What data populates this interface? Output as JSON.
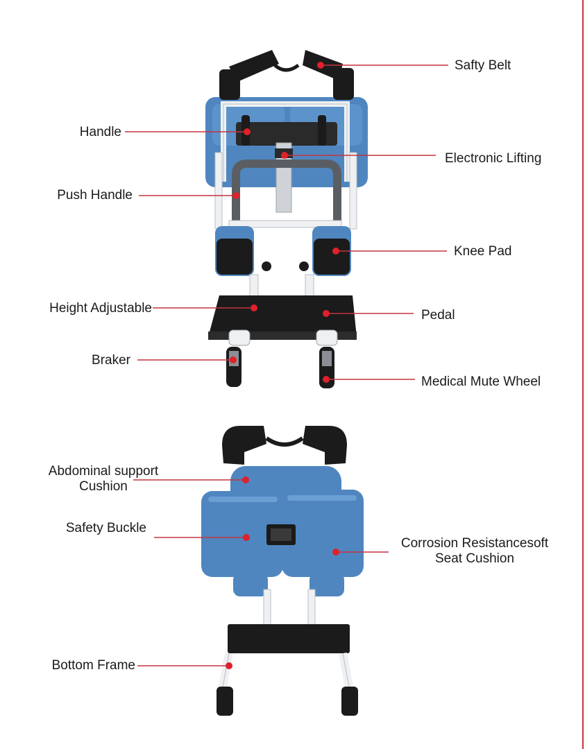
{
  "colors": {
    "leader_line": "#c4343f",
    "dot": "#e0202b",
    "seat_blue": "#4f86bf",
    "frame_white": "#eef0f2",
    "black": "#1b1b1b",
    "right_border": "#c4343f"
  },
  "labels": {
    "safty_belt": "Safty Belt",
    "handle": "Handle",
    "electronic_lifting": "Electronic Lifting",
    "push_handle": "Push Handle",
    "knee_pad": "Knee Pad",
    "height_adjustable": "Height Adjustable",
    "pedal": "Pedal",
    "braker": "Braker",
    "medical_mute_wheel": "Medical Mute Wheel",
    "abdominal_line1": "Abdominal support",
    "abdominal_line2": "Cushion",
    "safety_buckle": "Safety Buckle",
    "seat_line1": "Corrosion Resistancesoft",
    "seat_line2": "Seat Cushion",
    "bottom_frame": "Bottom Frame"
  }
}
